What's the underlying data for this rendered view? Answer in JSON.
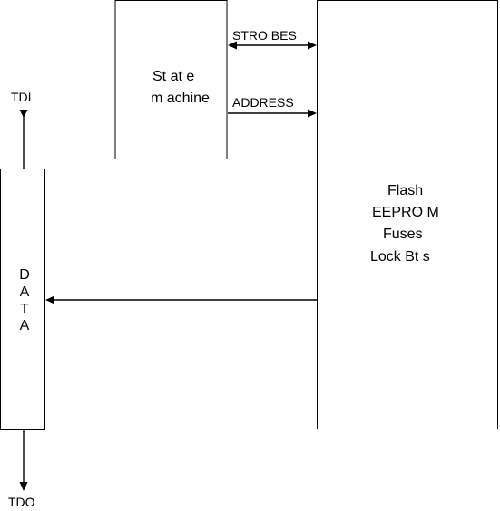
{
  "state_machine": {
    "lines": [
      "St at e",
      "m achine"
    ]
  },
  "memory": {
    "lines": [
      "Flash",
      "EEPRO M",
      "Fuses",
      "Lock  Bt s"
    ]
  },
  "data_register": {
    "letters": [
      "D",
      "A",
      "T",
      "A"
    ]
  },
  "signals": {
    "strobes": "STRO  BES",
    "address": "ADDRESS",
    "tdi": "TDI",
    "tdo": "TDO"
  }
}
